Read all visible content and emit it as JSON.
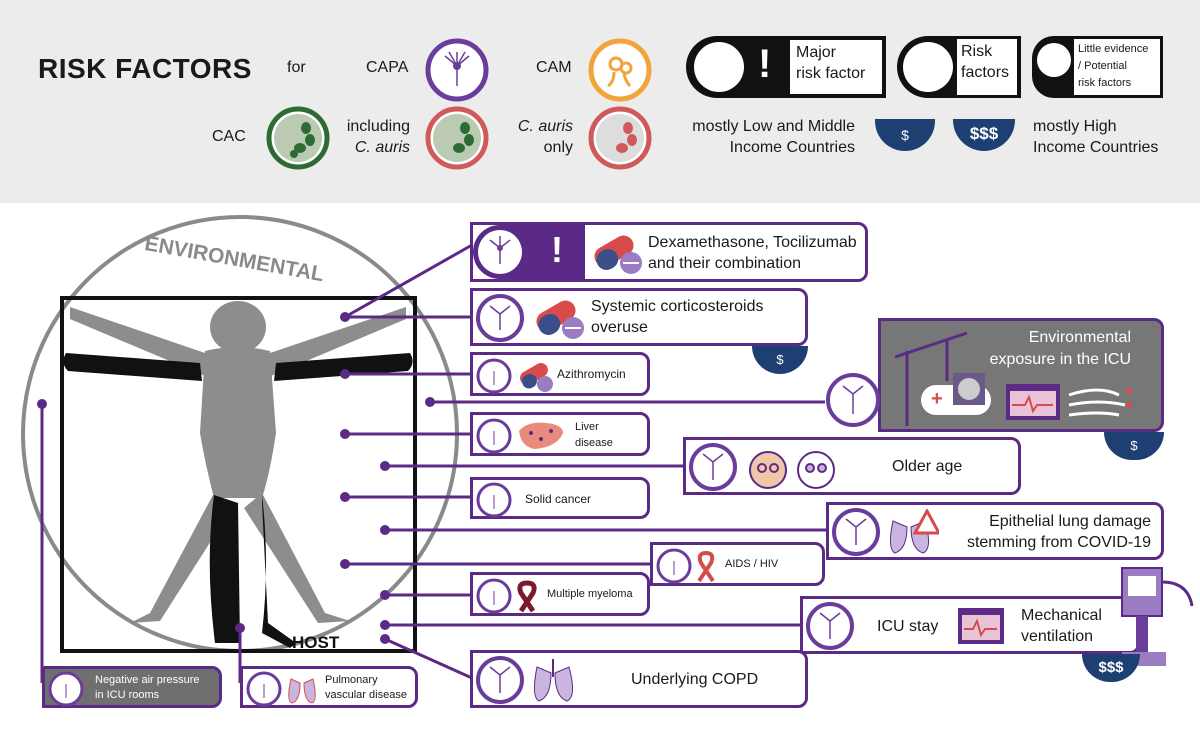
{
  "legend": {
    "title": "RISK FACTORS",
    "for": "for",
    "capa": "CAPA",
    "cam": "CAM",
    "cac": "CAC",
    "including": "including",
    "c_auris_inc": "C. auris",
    "c_auris_only_1": "C. auris",
    "c_auris_only_2": "only",
    "major_1": "Major",
    "major_2": "risk factor",
    "risk_1": "Risk",
    "risk_2": "factors",
    "little_1": "Little evidence",
    "little_2": "/ Potential",
    "little_3": "risk factors",
    "lmic_1": "mostly Low and Middle",
    "lmic_2": "Income Countries",
    "hic_1": "mostly High",
    "hic_2": "Income Countries",
    "dollar_one": "$",
    "dollar_three": "$$$",
    "colors": {
      "capa": "#6a3d9a",
      "cam": "#f2a33a",
      "cac": "#2e6b34",
      "auris": "#d05a5a",
      "navy": "#1d3f72"
    }
  },
  "diagram": {
    "environmental": "ENVIRONMENTAL",
    "host": "HOST"
  },
  "factors": {
    "dexa_1": "Dexamethasone, Tocilizumab",
    "dexa_2": "and their combination",
    "steroid_1": "Systemic corticosteroids",
    "steroid_2": "overuse",
    "steroid_cost": "$",
    "azithro": "Azithromycin",
    "env_1": "Environmental",
    "env_2": "exposure in the ICU",
    "env_cost": "$",
    "liver_1": "Liver",
    "liver_2": "disease",
    "older": "Older age",
    "solid": "Solid cancer",
    "epi_1": "Epithelial lung damage",
    "epi_2": "stemming from COVID-19",
    "aids": "AIDS / HIV",
    "myeloma": "Multiple myeloma",
    "icu": "ICU stay",
    "mech_1": "Mechanical",
    "mech_2": "ventilation",
    "icu_cost": "$$$",
    "copd": "Underlying COPD",
    "neg_1": "Negative air pressure",
    "neg_2": "in ICU rooms",
    "pulm_1": "Pulmonary",
    "pulm_2": "vascular disease"
  }
}
